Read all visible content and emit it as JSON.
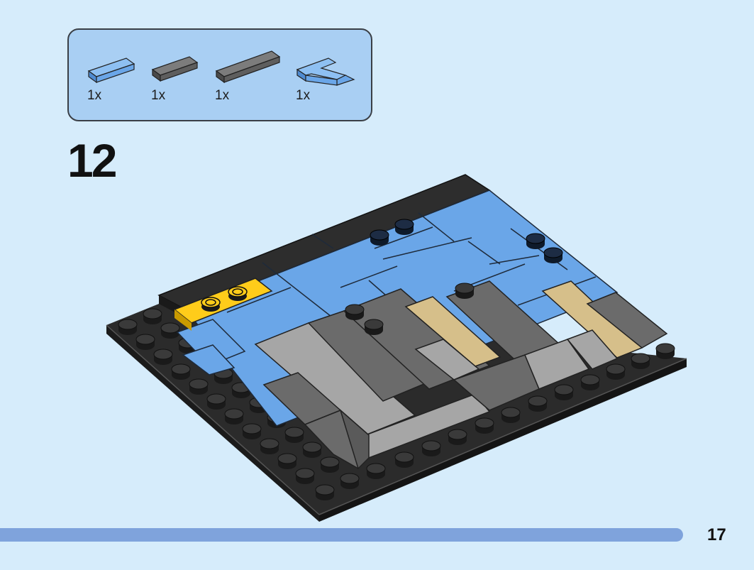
{
  "parts_list": {
    "items": [
      {
        "qty": "1x",
        "icon": "light-blue-tile-1x2-icon",
        "color": "#6aa6e8"
      },
      {
        "qty": "1x",
        "icon": "dark-gray-tile-1x2-icon",
        "color": "#6b6b6b"
      },
      {
        "qty": "1x",
        "icon": "dark-gray-tile-1x4-icon",
        "color": "#6b6b6b"
      },
      {
        "qty": "1x",
        "icon": "light-blue-corner-tile-icon",
        "color": "#6aa6e8"
      }
    ]
  },
  "step": {
    "number": "12"
  },
  "page": {
    "number": "17"
  },
  "colors": {
    "background": "#d6ecfb",
    "parts_box": "#a9cff3",
    "baseplate": "#2b2b2b",
    "light_blue": "#6aa6e8",
    "light_gray": "#a6a6a6",
    "dark_gray": "#6b6b6b",
    "tan": "#d6bf8a",
    "yellow": "#ffcc1a",
    "progress": "#7fa3dc"
  }
}
